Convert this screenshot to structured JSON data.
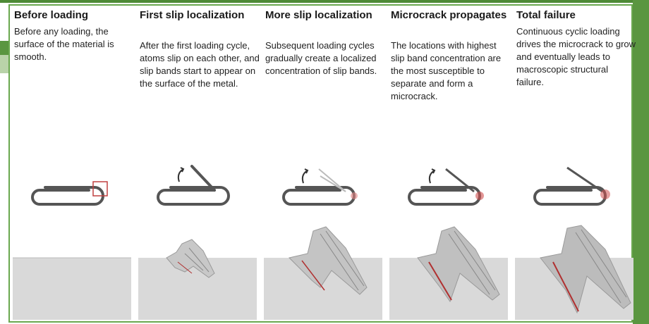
{
  "stages": [
    {
      "title": "Before loading",
      "description": "Before any loading, the surface of the material is smooth."
    },
    {
      "title": "First slip localization",
      "description": "After the first loading cycle, atoms slip on each other, and slip bands start to appear on the surface of the metal."
    },
    {
      "title": "More slip localization",
      "description": "Subsequent loading cycles gradually create a localized concentration of slip bands."
    },
    {
      "title": "Microcrack propagates",
      "description": "The locations with highest slip band concentration are the most susceptible to separate and form a microcrack."
    },
    {
      "title": "Total failure",
      "description": "Continuous cyclic loading drives the microcrack to grow and eventually leads to macroscopic structural failure."
    }
  ],
  "colors": {
    "accent_green": "#6aa84f",
    "metal_gray": "#d9d9d9",
    "crack_red": "#b03030",
    "clip_stroke": "#555555"
  },
  "icons": [
    "paperclip-icon",
    "bend-arrow-icon",
    "zoom-box-icon"
  ]
}
